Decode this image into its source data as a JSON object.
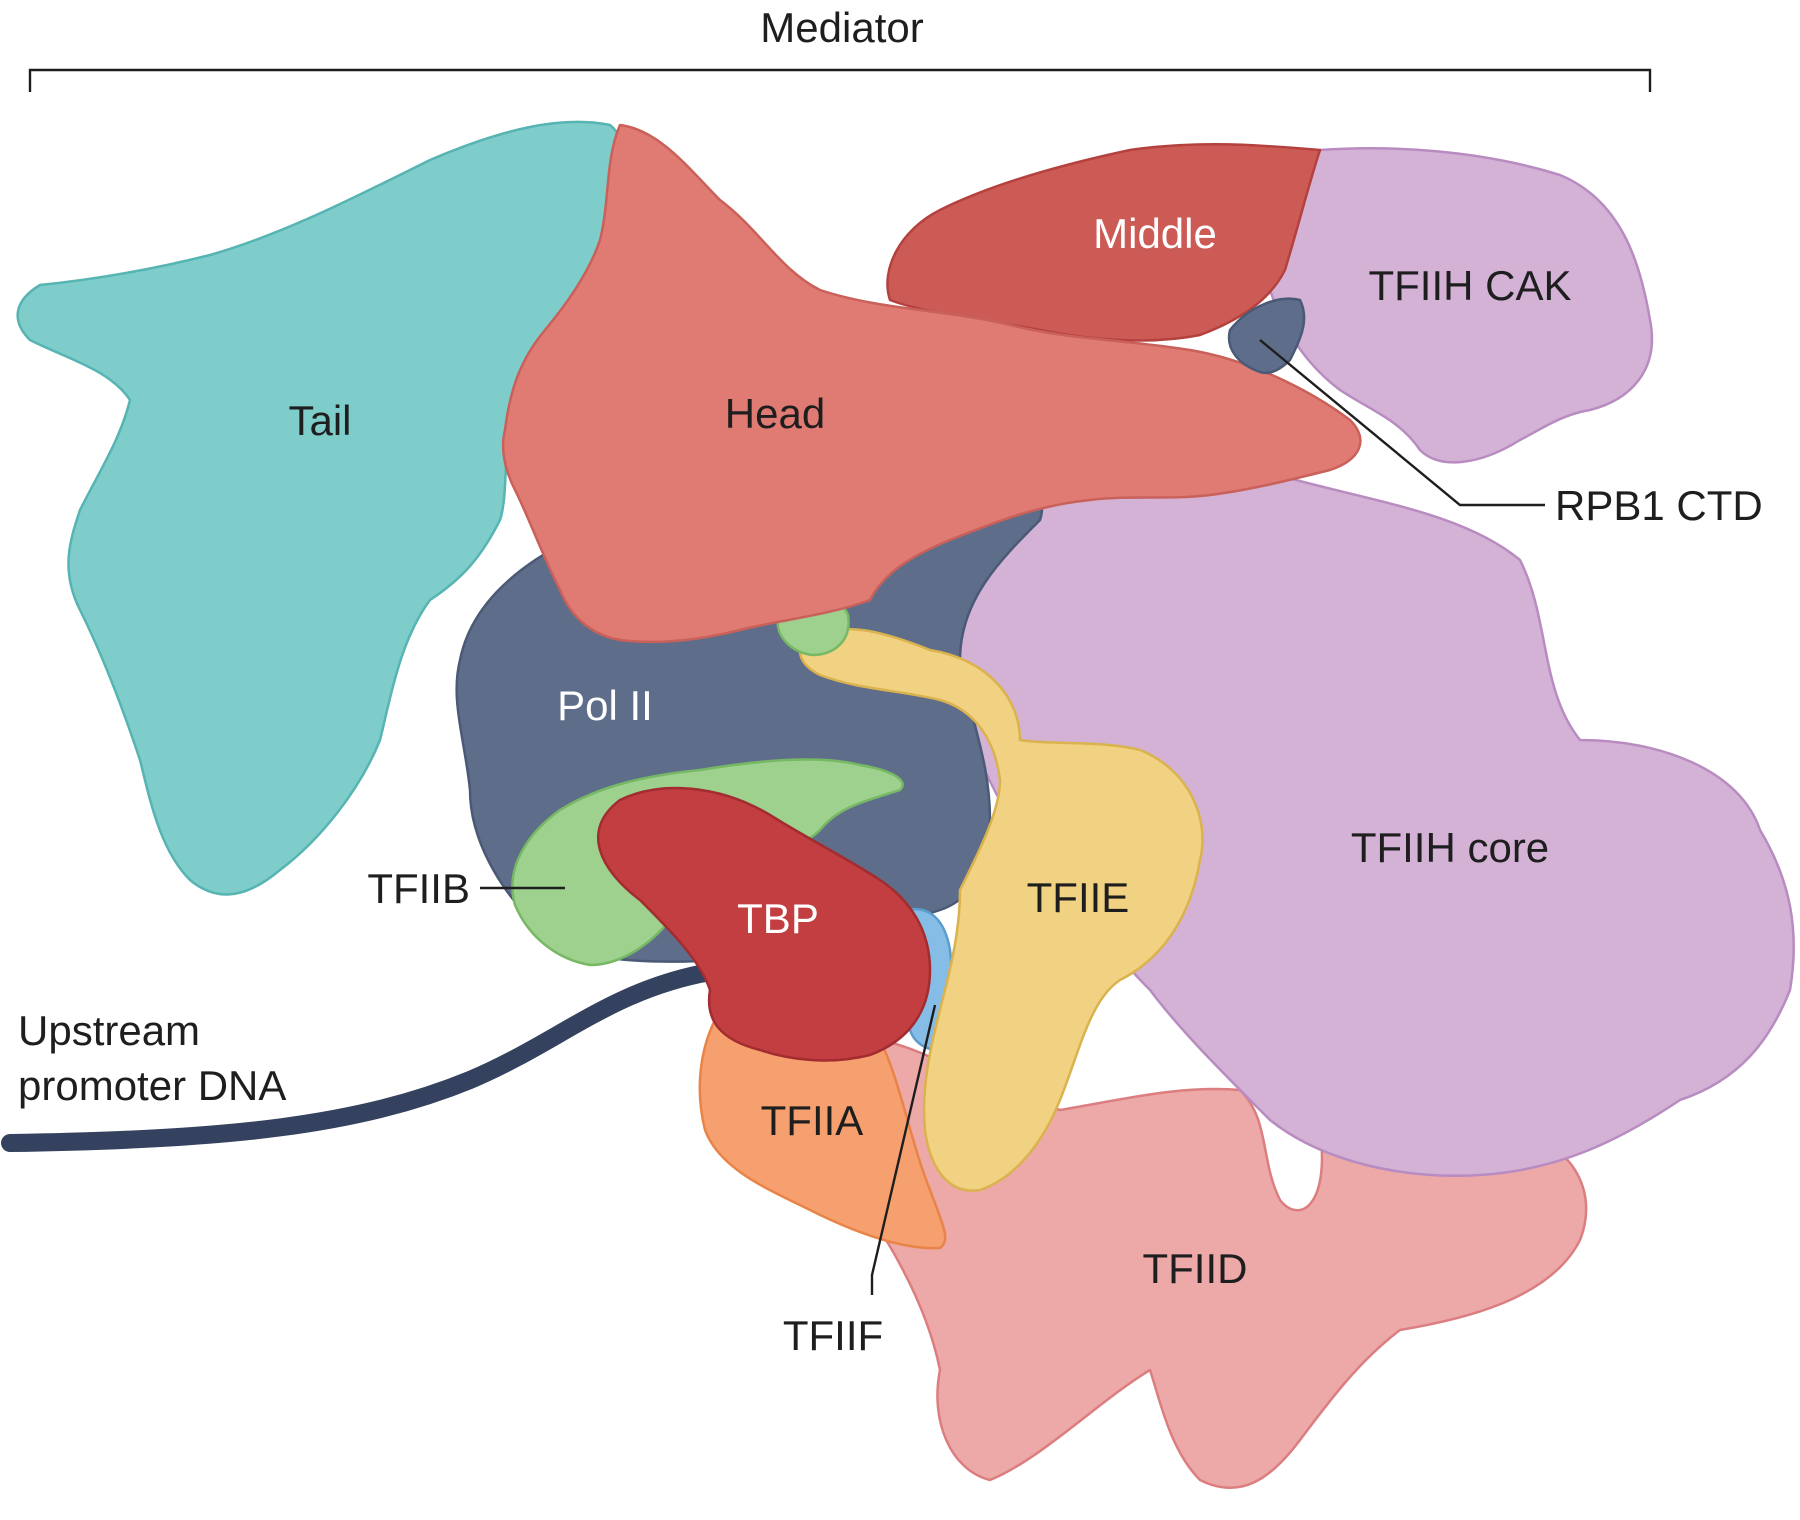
{
  "bracket_label": "Mediator",
  "mediator": {
    "tail": "Tail",
    "head": "Head",
    "middle": "Middle"
  },
  "complexes": {
    "tfiih_cak": "TFIIH CAK",
    "rpb1_ctd": "RPB1 CTD",
    "tfiih_core": "TFIIH core",
    "pol_ii": "Pol II",
    "tfiib": "TFIIB",
    "tbp": "TBP",
    "tfiie": "TFIIE",
    "tfiia": "TFIIA",
    "tfiid": "TFIID",
    "tfiif": "TFIIF"
  },
  "dna": {
    "line1": "Upstream",
    "line2": "promoter DNA"
  },
  "colors": {
    "tail": "#7fcdcb",
    "head": "#e07b74",
    "middle": "#cc5a55",
    "tfiih": "#d3b2d6",
    "pol_ii": "#5e6e8a",
    "tfiib": "#9ed08e",
    "tbp": "#c23e40",
    "tfiie": "#f1d282",
    "tfiia": "#f5a06e",
    "tfiid": "#eca9a8",
    "tfiif": "#86bde6",
    "dna": "#34425f"
  }
}
